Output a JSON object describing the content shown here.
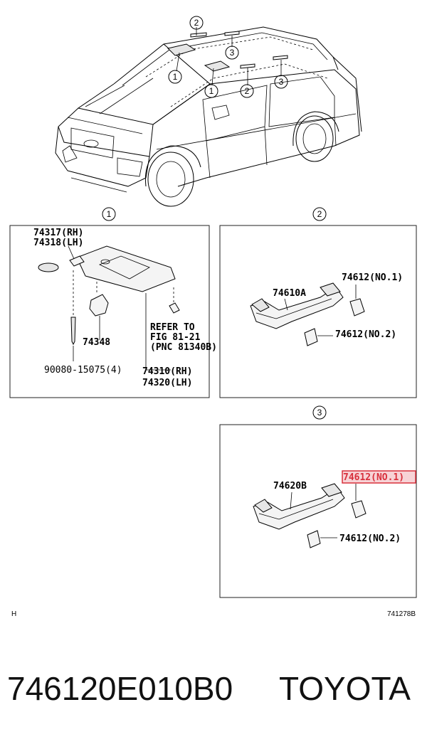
{
  "car_callouts": [
    "2",
    "3",
    "1",
    "1",
    "2",
    "3"
  ],
  "section_numbers": [
    "1",
    "2",
    "3"
  ],
  "panel1": {
    "label_rh": "74317(RH)",
    "label_lh": "74318(LH)",
    "label_clip": "74348",
    "label_screw": "90080-15075(4)",
    "refer_line1": "REFER TO",
    "refer_line2": "FIG 81-21",
    "refer_line3": "(PNC 81340B)",
    "visor_rh": "74310(RH)",
    "visor_lh": "74320(LH)"
  },
  "panel2": {
    "label_handle": "74610A",
    "label_no1": "74612(NO.1)",
    "label_no2": "74612(NO.2)"
  },
  "panel3": {
    "label_handle": "74620B",
    "label_no1": "74612(NO.1)",
    "label_no2": "74612(NO.2)",
    "highlight_color": "#d8303c"
  },
  "footer_marks": {
    "left": "H",
    "right": "741278B"
  },
  "footer": {
    "part_number": "746120E010B0",
    "brand": "TOYOTA"
  }
}
